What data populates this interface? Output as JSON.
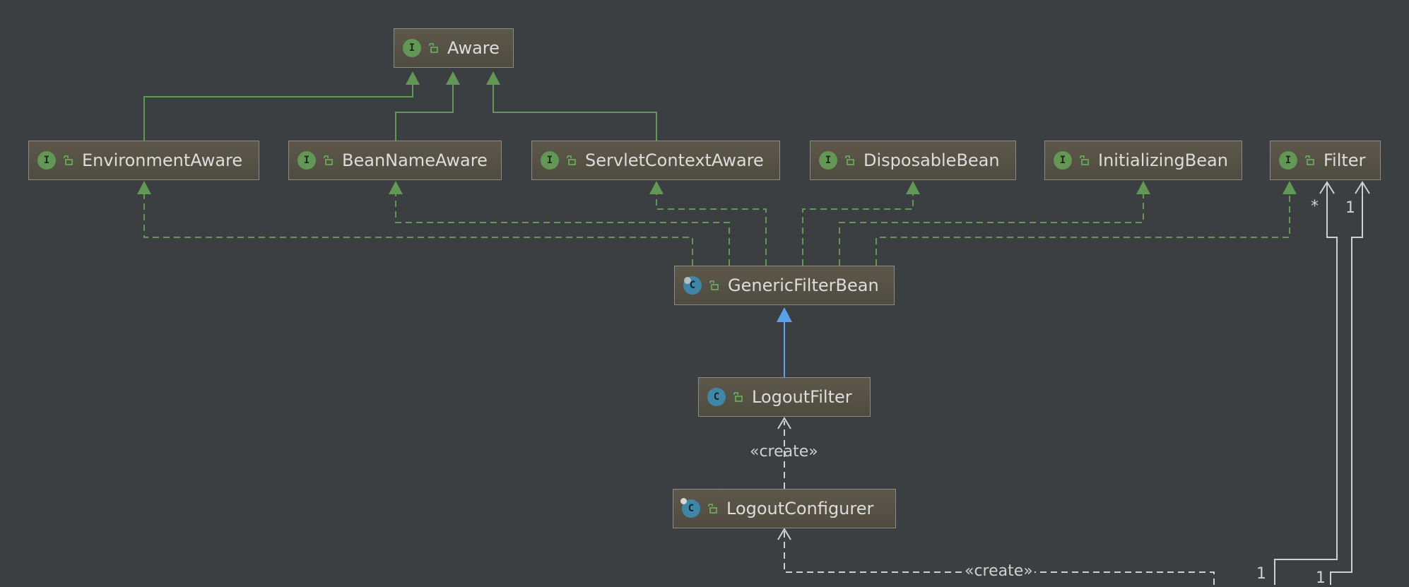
{
  "classes": {
    "aware": {
      "kind": "I",
      "name": "Aware"
    },
    "environment_aware": {
      "kind": "I",
      "name": "EnvironmentAware"
    },
    "bean_name_aware": {
      "kind": "I",
      "name": "BeanNameAware"
    },
    "servlet_context_aware": {
      "kind": "I",
      "name": "ServletContextAware"
    },
    "disposable_bean": {
      "kind": "I",
      "name": "DisposableBean"
    },
    "initializing_bean": {
      "kind": "I",
      "name": "InitializingBean"
    },
    "filter": {
      "kind": "I",
      "name": "Filter"
    },
    "generic_filter_bean": {
      "kind": "C",
      "name": "GenericFilterBean"
    },
    "logout_filter": {
      "kind": "C",
      "name": "LogoutFilter"
    },
    "logout_configurer": {
      "kind": "C",
      "name": "LogoutConfigurer"
    }
  },
  "labels": {
    "create_1": "«create»",
    "create_2": "«create»",
    "mult_star": "*",
    "mult_one_top": "1",
    "mult_one_bottom_a": "1",
    "mult_one_bottom_b": "1"
  },
  "colors": {
    "background": "#3c3f41",
    "interface_badge": "#629755",
    "class_badge": "#3f87a6",
    "inheritance_line": "#629755",
    "extends_line": "#5aa0ea",
    "dependency_line": "#d0d0d0"
  },
  "icons": {
    "interface": "interface-icon",
    "class": "class-icon",
    "visibility": "public-lock-icon"
  }
}
